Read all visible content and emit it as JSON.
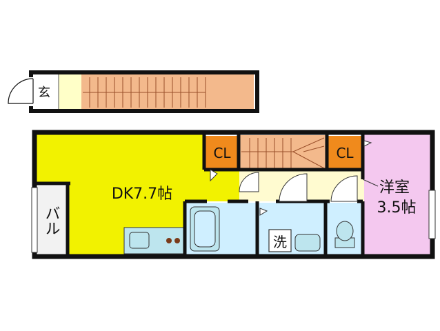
{
  "floor_plan": {
    "entrance_label": "玄",
    "dk_label": "DK7.7帖",
    "closet_left_label": "CL",
    "closet_right_label": "CL",
    "bedroom_name": "洋室",
    "bedroom_size": "3.5帖",
    "balcony_label": "バル",
    "washer_label": "洗"
  },
  "colors": {
    "wall": "#111111",
    "dk_floor": "#f2f200",
    "stairs": "#f3b98c",
    "closet": "#f08a1c",
    "bedroom": "#f4c8ef",
    "wet_area": "#cfefff",
    "hallway": "#fffbd0",
    "entrance_hall": "#ffffc8",
    "balcony": "#f2f2f2",
    "kitchen_counter": "#bde5ee"
  }
}
